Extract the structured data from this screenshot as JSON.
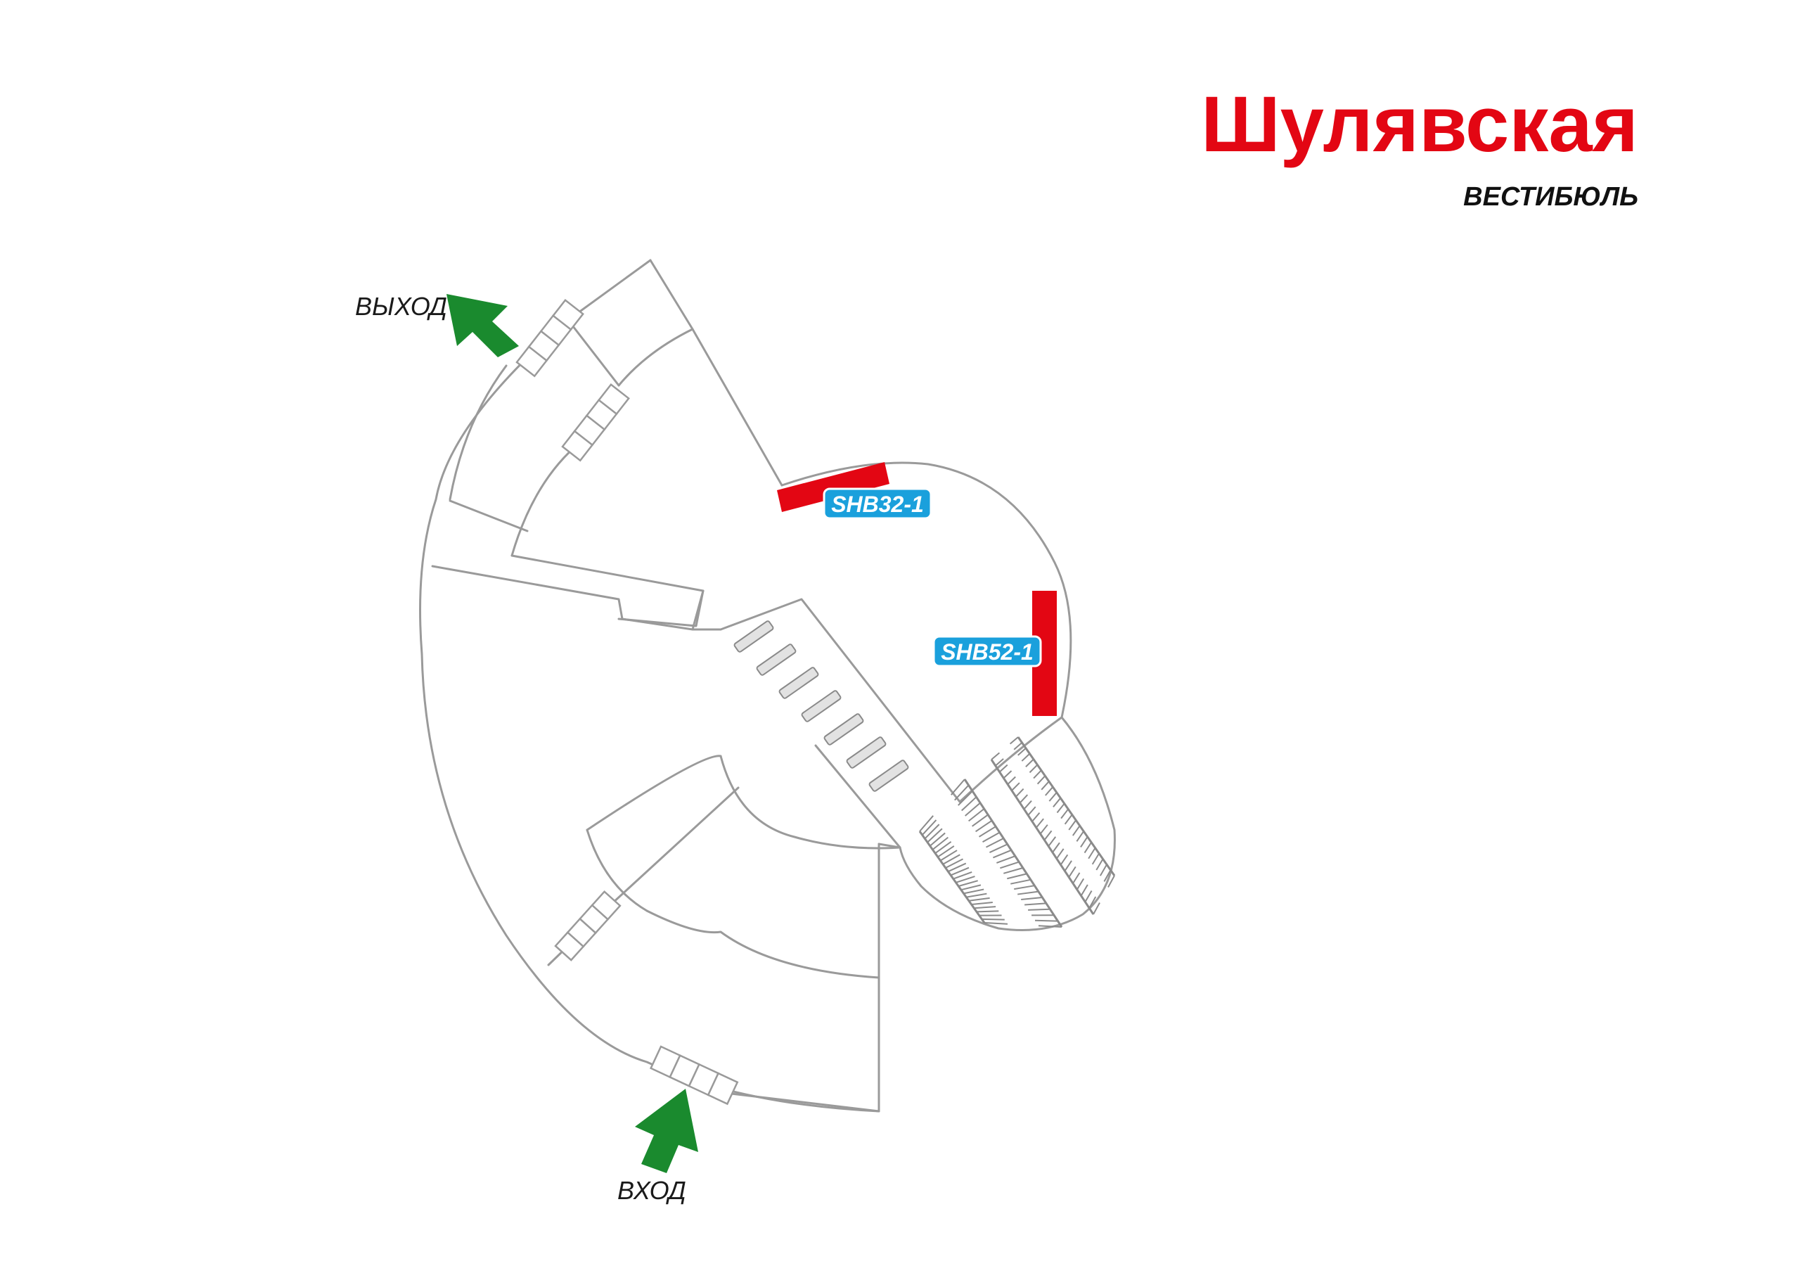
{
  "header": {
    "station_name": "Шулявская",
    "level": "ВЕСТИБЮЛЬ"
  },
  "directions": {
    "exit_label": "ВЫХОД",
    "entry_label": "ВХОД"
  },
  "ad_panels": [
    {
      "code": "SHB32-1"
    },
    {
      "code": "SHB52-1"
    }
  ],
  "colors": {
    "title": "#e30613",
    "ad_panel": "#e30613",
    "ad_label": "#1aa0dc",
    "arrow": "#1a8a2e",
    "wall": "#9a9a9a"
  },
  "icons": {
    "exit_arrow": "arrow-up-left-icon",
    "entry_arrow": "arrow-up-right-icon"
  }
}
